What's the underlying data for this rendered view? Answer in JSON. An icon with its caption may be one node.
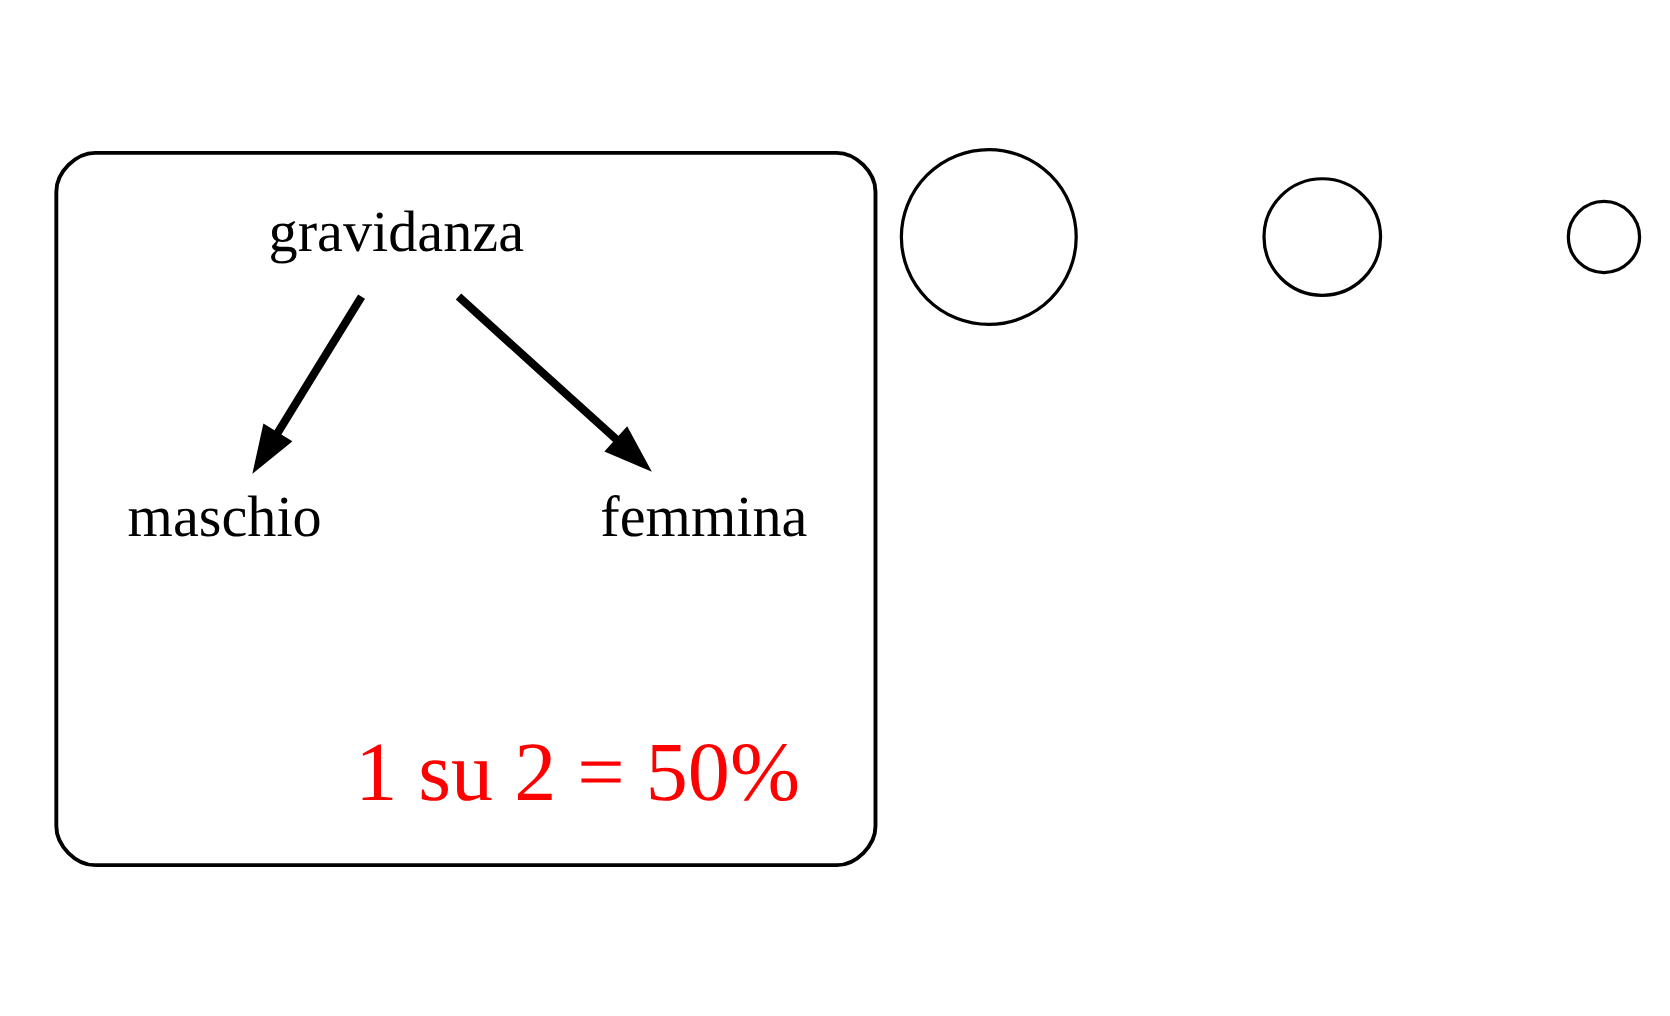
{
  "diagram": {
    "nodes": [
      {
        "text": [],
        "shape": "cloud"
      },
      {
        "text": [
          "gravidanza"
        ],
        "in": 0
      },
      {
        "text": [
          "maschio"
        ],
        "in": 0
      },
      {
        "text": [
          "femmina"
        ],
        "in": 0
      },
      {
        "text": [],
        "shape": "circle"
      },
      {
        "text": [],
        "shape": "circle"
      },
      {
        "text": [],
        "shape": "circle"
      }
    ],
    "edges": [
      {
        "from": 1,
        "to": 2,
        "arrow": "to"
      },
      {
        "from": 1,
        "to": 3,
        "arrow": "to"
      }
    ],
    "labels": [
      "1 su 2 = 50%"
    ]
  }
}
